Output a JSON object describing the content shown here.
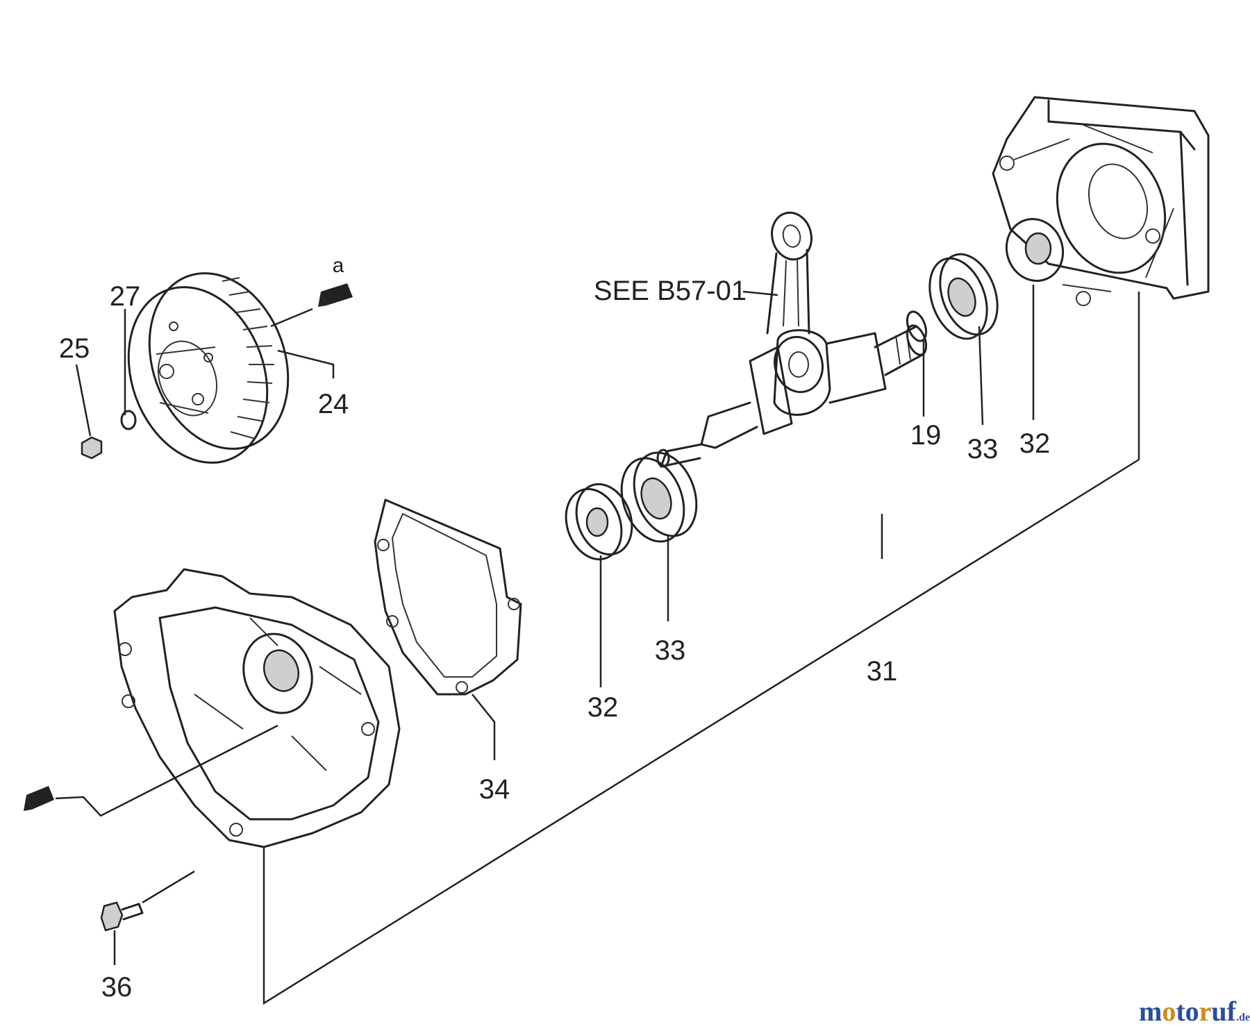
{
  "labels": {
    "p24": "24",
    "p25": "25",
    "p27": "27",
    "pa": "a",
    "see_ref": "SEE B57-01",
    "p19": "19",
    "p33_right": "33",
    "p32_right": "32",
    "p32_left": "32",
    "p33_left": "33",
    "p31": "31",
    "p34": "34",
    "p36": "36"
  },
  "watermark": {
    "first": "m",
    "second": "o",
    "third": "to",
    "fourth": "r",
    "rest": "uf",
    "suffix": ".de"
  },
  "colors": {
    "line": "#222222",
    "watermark_blue": "#2a4d9c",
    "watermark_orange": "#d08a1a"
  }
}
